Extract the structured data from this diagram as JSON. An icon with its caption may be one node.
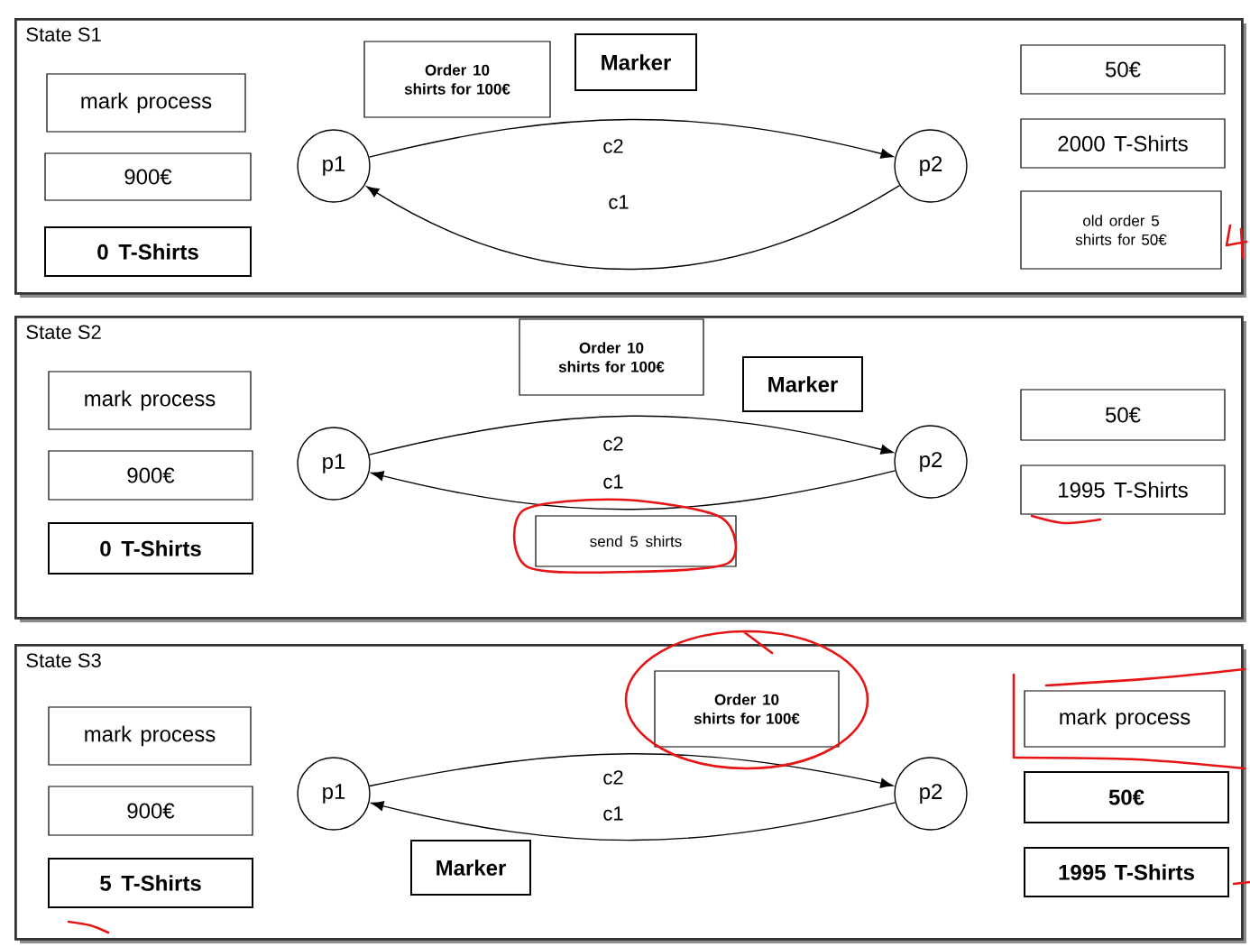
{
  "diagram": {
    "nodes": [
      {
        "text": [
          "State S1"
        ]
      },
      {
        "text": [
          "mark process"
        ],
        "in": 0
      },
      {
        "text": [
          "900€"
        ],
        "in": 0
      },
      {
        "text": [
          "0 T-Shirts"
        ],
        "in": 0
      },
      {
        "text": [
          "p1"
        ],
        "in": 0
      },
      {
        "text": [
          "Order 10 shirts for 100€"
        ],
        "in": 0
      },
      {
        "text": [
          "Marker"
        ],
        "in": 0
      },
      {
        "text": [
          "p2"
        ],
        "in": 0
      },
      {
        "text": [
          "50€"
        ],
        "in": 0
      },
      {
        "text": [
          "2000 T-Shirts"
        ],
        "in": 0
      },
      {
        "text": [
          "old order 5 shirts for 50€"
        ],
        "in": 0
      },
      {
        "text": [
          "State S2"
        ]
      },
      {
        "text": [
          "mark process"
        ],
        "in": 11
      },
      {
        "text": [
          "900€"
        ],
        "in": 11
      },
      {
        "text": [
          "0 T-Shirts"
        ],
        "in": 11
      },
      {
        "text": [
          "p1"
        ],
        "in": 11
      },
      {
        "text": [
          "Order 10 shirts for 100€"
        ],
        "in": 11
      },
      {
        "text": [
          "Marker"
        ],
        "in": 11
      },
      {
        "text": [
          "p2"
        ],
        "in": 11
      },
      {
        "text": [
          "send 5 shirts"
        ],
        "in": 11
      },
      {
        "text": [
          "50€"
        ],
        "in": 11
      },
      {
        "text": [
          "1995 T-Shirts"
        ],
        "in": 11
      },
      {
        "text": [
          "State S3"
        ]
      },
      {
        "text": [
          "mark process"
        ],
        "in": 22
      },
      {
        "text": [
          "900€"
        ],
        "in": 22
      },
      {
        "text": [
          "5 T-Shirts"
        ],
        "in": 22
      },
      {
        "text": [
          "p1"
        ],
        "in": 22
      },
      {
        "text": [
          "Order 10 shirts for 100€"
        ],
        "in": 22
      },
      {
        "text": [
          "Marker"
        ],
        "in": 22
      },
      {
        "text": [
          "p2"
        ],
        "in": 22
      },
      {
        "text": [
          "mark process"
        ],
        "in": 22
      },
      {
        "text": [
          "50€"
        ],
        "in": 22
      },
      {
        "text": [
          "1995 T-Shirts"
        ],
        "in": 22
      }
    ],
    "edges": [
      {
        "from": 4,
        "to": 7,
        "arrow": "to",
        "label": "c2"
      },
      {
        "from": 7,
        "to": 4,
        "arrow": "to",
        "label": "c1"
      },
      {
        "from": 15,
        "to": 18,
        "arrow": "to",
        "label": "c2"
      },
      {
        "from": 18,
        "to": 15,
        "arrow": "to",
        "label": "c1"
      },
      {
        "from": 26,
        "to": 29,
        "arrow": "to",
        "label": "c2"
      },
      {
        "from": 29,
        "to": 26,
        "arrow": "to",
        "label": "c1"
      }
    ]
  }
}
